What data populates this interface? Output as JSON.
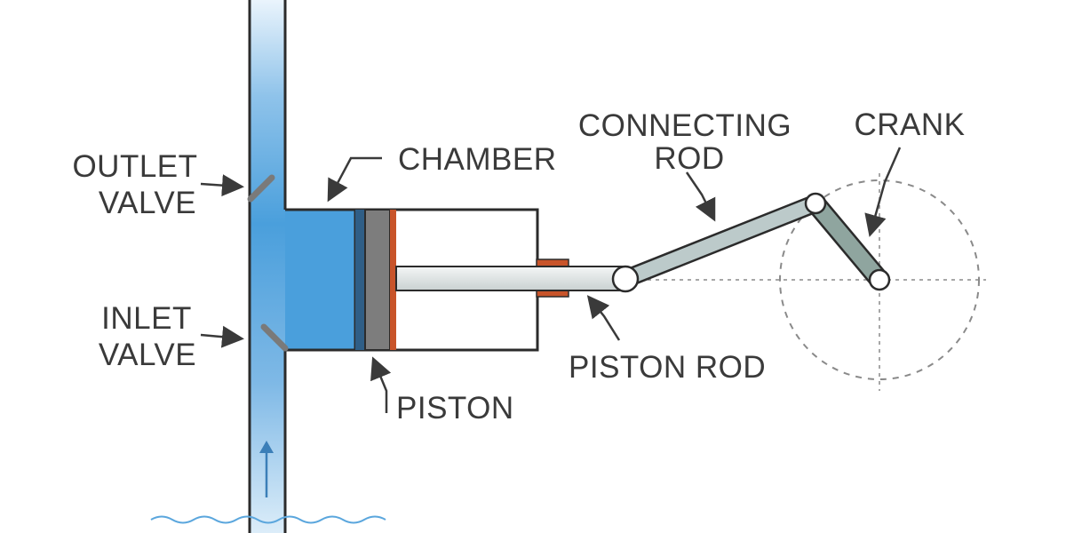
{
  "labels": {
    "outlet_valve": [
      "OUTLET",
      "VALVE"
    ],
    "inlet_valve": [
      "INLET",
      "VALVE"
    ],
    "chamber": "CHAMBER",
    "connecting_rod": [
      "CONNECTING",
      "ROD"
    ],
    "crank": "CRANK",
    "piston_rod": "PISTON ROD",
    "piston": "PISTON"
  },
  "colors": {
    "water_dark": "#4a9fdc",
    "water_light": "#dcedf9",
    "outline": "#2b2b2b",
    "piston_gray": "#7d7d7d",
    "piston_rim": "#c8542a",
    "rod_fill": "#dfe4e4",
    "conrod_fill": "#bccaca",
    "crank_fill": "#8fa59f",
    "guide": "#8a8a8a"
  }
}
